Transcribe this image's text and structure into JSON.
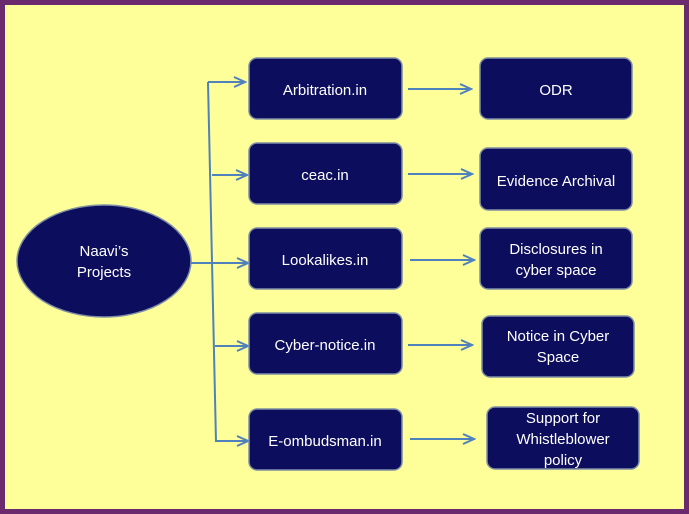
{
  "root": {
    "lines": [
      "Naavi’s",
      "Projects"
    ]
  },
  "projects": [
    {
      "name": "Arbitration.in",
      "outcome_lines": [
        "ODR"
      ]
    },
    {
      "name": "ceac.in",
      "outcome_lines": [
        "Evidence Archival"
      ]
    },
    {
      "name": "Lookalikes.in",
      "outcome_lines": [
        "Disclosures in",
        "cyber space"
      ]
    },
    {
      "name": "Cyber-notice.in",
      "outcome_lines": [
        "Notice in Cyber",
        "Space"
      ]
    },
    {
      "name": "E-ombudsman.in",
      "outcome_lines": [
        "Support  for",
        "Whistleblower",
        "policy"
      ]
    }
  ],
  "colors": {
    "background": "#ffff99",
    "box_fill": "#0d0d5e",
    "connector": "#4f81bd",
    "frame": "#6b2a6e"
  }
}
